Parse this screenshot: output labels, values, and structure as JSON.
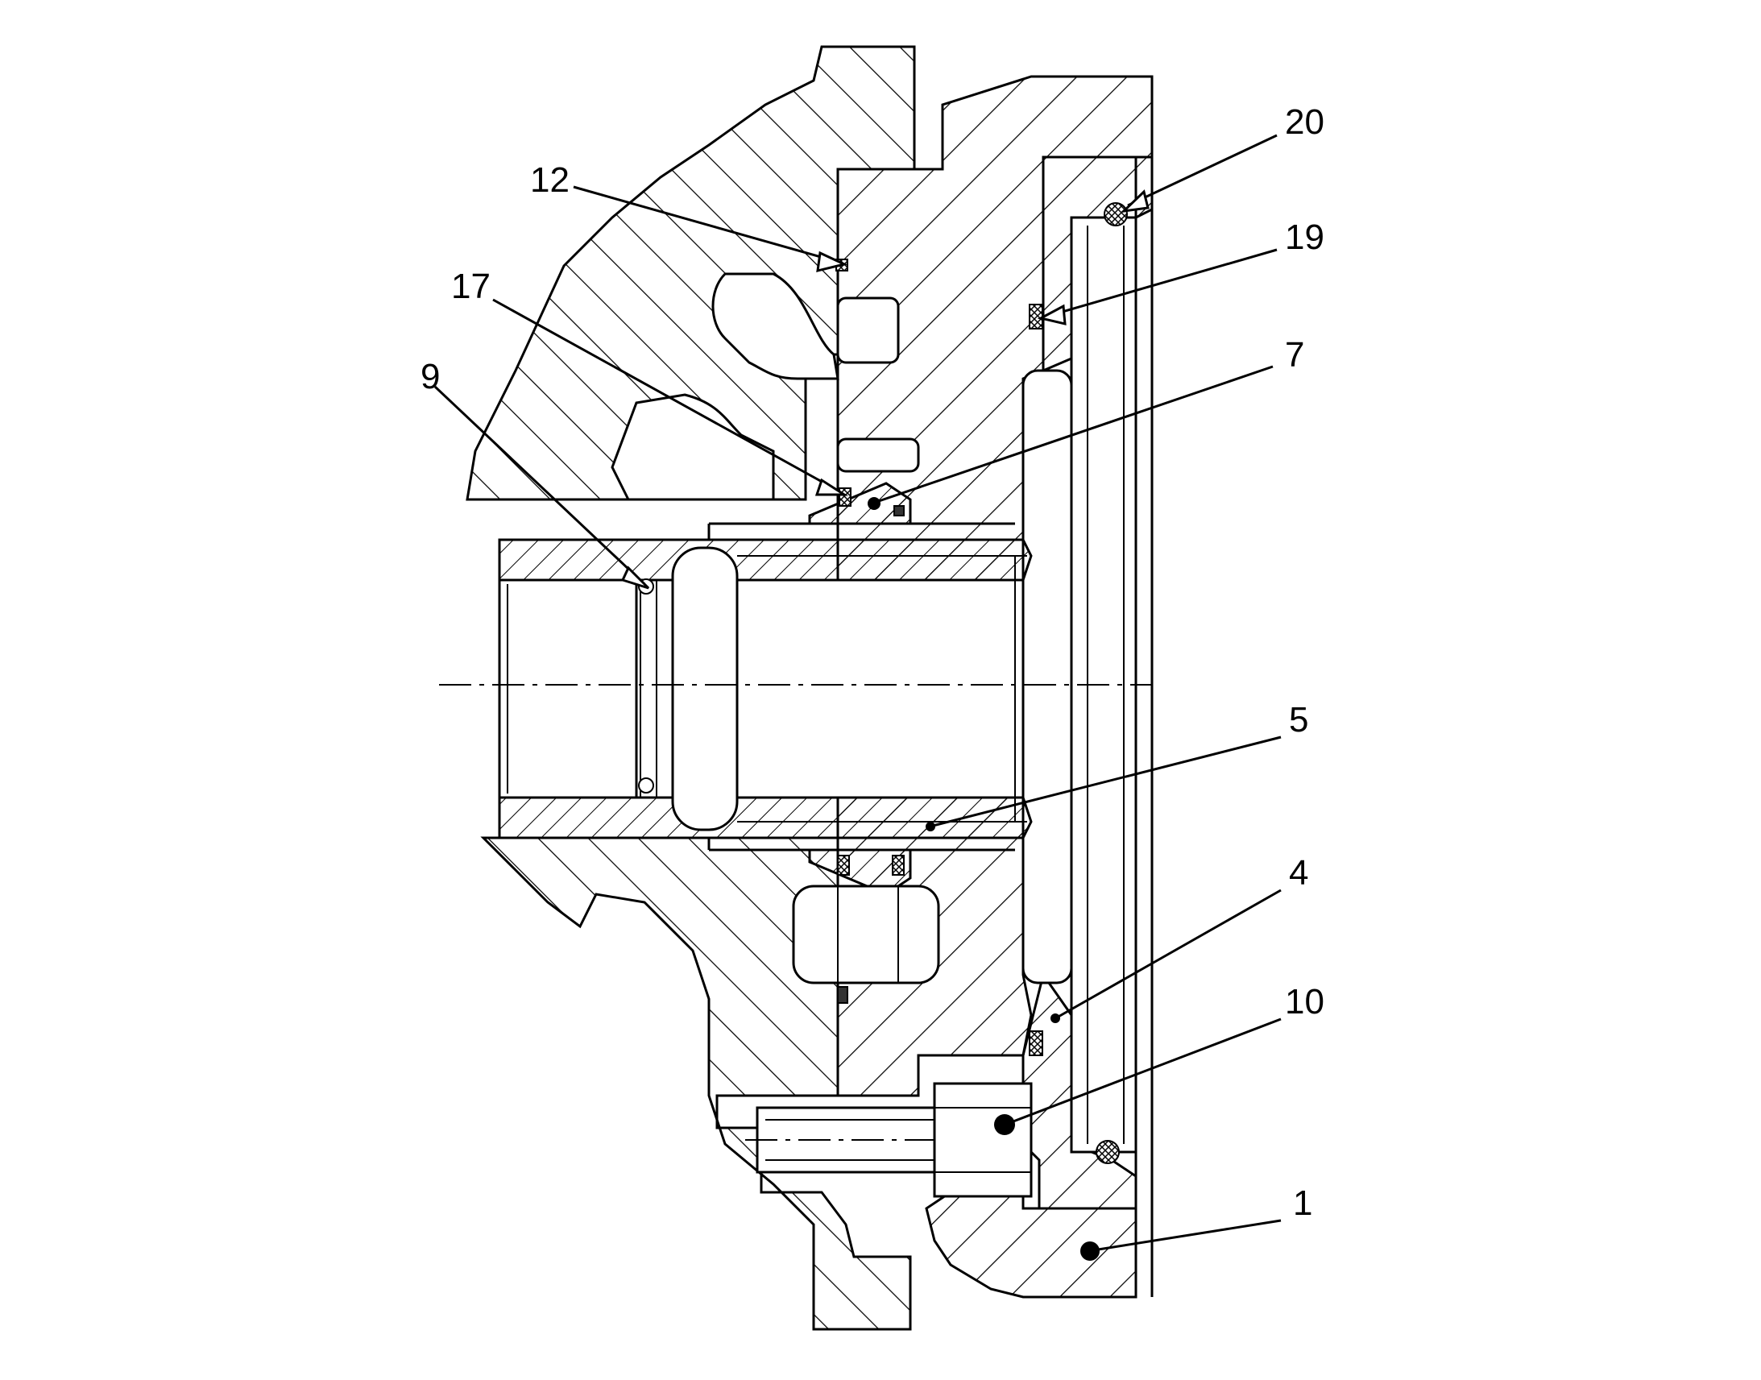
{
  "figure": {
    "callouts": [
      {
        "id": "c20",
        "label": "20"
      },
      {
        "id": "c12",
        "label": "12"
      },
      {
        "id": "c19",
        "label": "19"
      },
      {
        "id": "c17",
        "label": "17"
      },
      {
        "id": "c7",
        "label": "7"
      },
      {
        "id": "c9",
        "label": "9"
      },
      {
        "id": "c5",
        "label": "5"
      },
      {
        "id": "c4",
        "label": "4"
      },
      {
        "id": "c10",
        "label": "10"
      },
      {
        "id": "c1",
        "label": "1"
      }
    ]
  },
  "colors": {
    "ink": "#000000",
    "paper": "#ffffff",
    "seal_fill": "#555555"
  }
}
